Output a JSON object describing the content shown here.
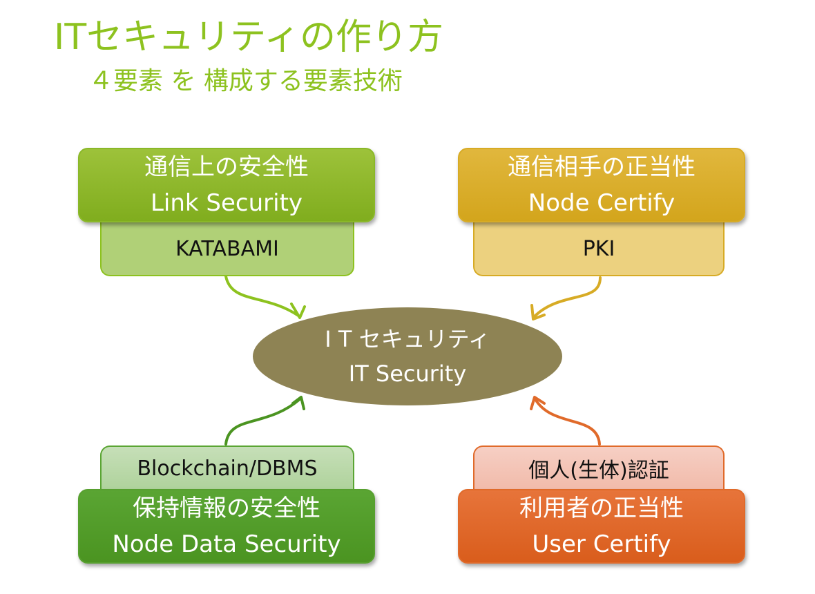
{
  "slide": {
    "title": "ITセキュリティの作り方",
    "subtitle": "４要素 を 構成する要素技術"
  },
  "center": {
    "line1": "I T セキュリティ",
    "line2": "IT Security",
    "color": "#8e8354"
  },
  "elements": [
    {
      "id": "link",
      "title_ja": "通信上の安全性",
      "title_en": "Link Security",
      "technology": "KATABAMI",
      "color": "#8dc21f"
    },
    {
      "id": "node",
      "title_ja": "通信相手の正当性",
      "title_en": "Node Certify",
      "technology": "PKI",
      "color": "#d7ab25"
    },
    {
      "id": "data",
      "title_ja": "保持情報の安全性",
      "title_en": "Node Data Security",
      "technology": "Blockchain/DBMS",
      "color": "#57a02f"
    },
    {
      "id": "user",
      "title_ja": "利用者の正当性",
      "title_en": "User Certify",
      "technology": "個人(生体)認証",
      "color": "#e06a2a"
    }
  ]
}
